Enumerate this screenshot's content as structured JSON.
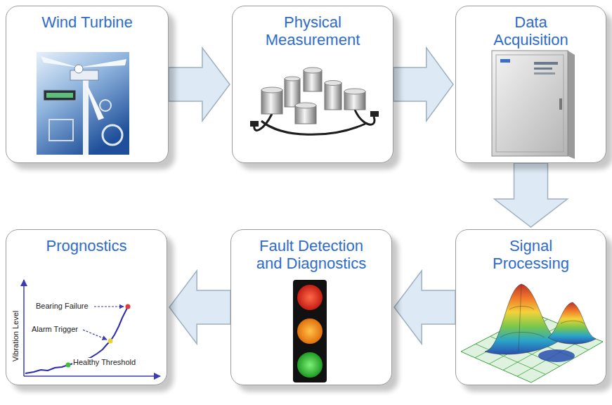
{
  "diagram": {
    "nodes": [
      {
        "text": [
          "Wind Turbine"
        ]
      },
      {
        "text": [
          "Physical Measurement"
        ]
      },
      {
        "text": [
          "Data Acquisition"
        ]
      },
      {
        "text": [
          "Signal Processing"
        ]
      },
      {
        "text": [
          "Fault Detection and Diagnostics"
        ]
      },
      {
        "text": [
          "Prognostics"
        ]
      }
    ],
    "edges": [
      {
        "from": 0,
        "to": 1,
        "arrow": "to"
      },
      {
        "from": 1,
        "to": 2,
        "arrow": "to"
      },
      {
        "from": 2,
        "to": 3,
        "arrow": "to"
      },
      {
        "from": 3,
        "to": 4,
        "arrow": "to"
      },
      {
        "from": 4,
        "to": 5,
        "arrow": "to"
      }
    ],
    "labels": [
      "Bearing Failure",
      "Alarm Trigger",
      "Healthy Threshold",
      "Vibration Level"
    ]
  }
}
